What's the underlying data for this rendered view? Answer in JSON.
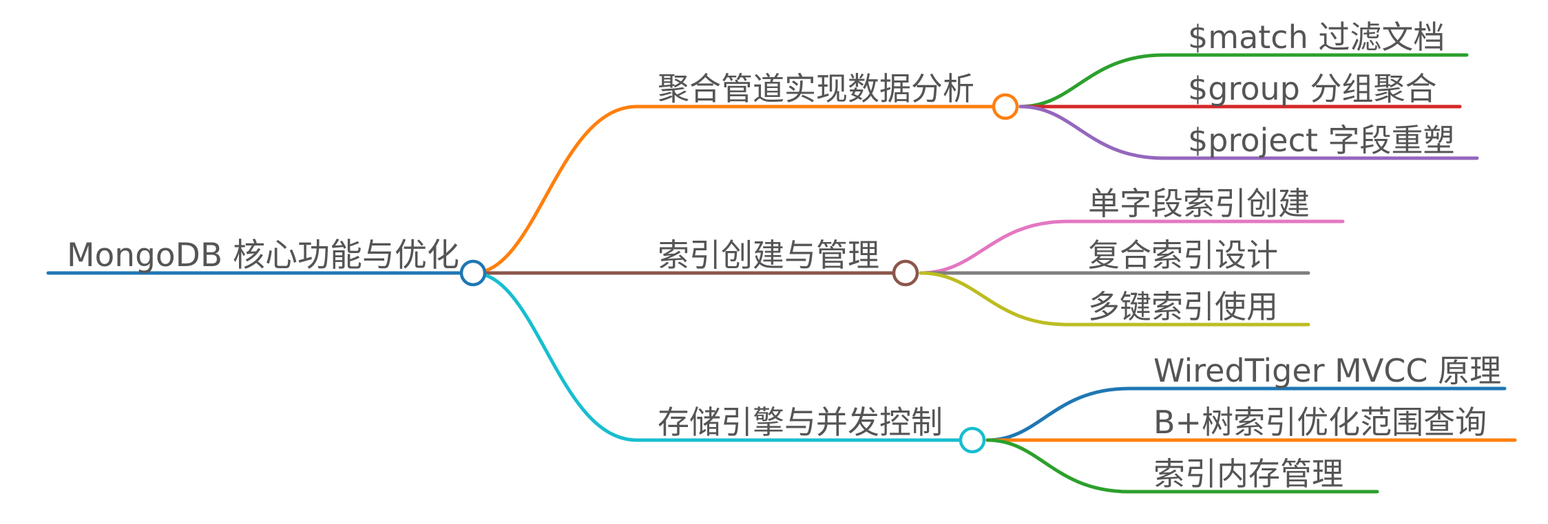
{
  "root": {
    "label": "MongoDB 核心功能与优化",
    "color": "#1f77b4"
  },
  "branches": [
    {
      "label": "聚合管道实现数据分析",
      "color": "#ff7f0e",
      "children": [
        {
          "label": "$match 过滤文档",
          "color": "#2ca02c"
        },
        {
          "label": "$group 分组聚合",
          "color": "#d62728"
        },
        {
          "label": "$project 字段重塑",
          "color": "#9467bd"
        }
      ]
    },
    {
      "label": "索引创建与管理",
      "color": "#8c564b",
      "children": [
        {
          "label": "单字段索引创建",
          "color": "#e377c2"
        },
        {
          "label": "复合索引设计",
          "color": "#7f7f7f"
        },
        {
          "label": "多键索引使用",
          "color": "#bcbd22"
        }
      ]
    },
    {
      "label": "存储引擎与并发控制",
      "color": "#17becf",
      "children": [
        {
          "label": "WiredTiger MVCC 原理",
          "color": "#1f77b4"
        },
        {
          "label": "B+树索引优化范围查询",
          "color": "#ff7f0e"
        },
        {
          "label": "索引内存管理",
          "color": "#2ca02c"
        }
      ]
    }
  ]
}
